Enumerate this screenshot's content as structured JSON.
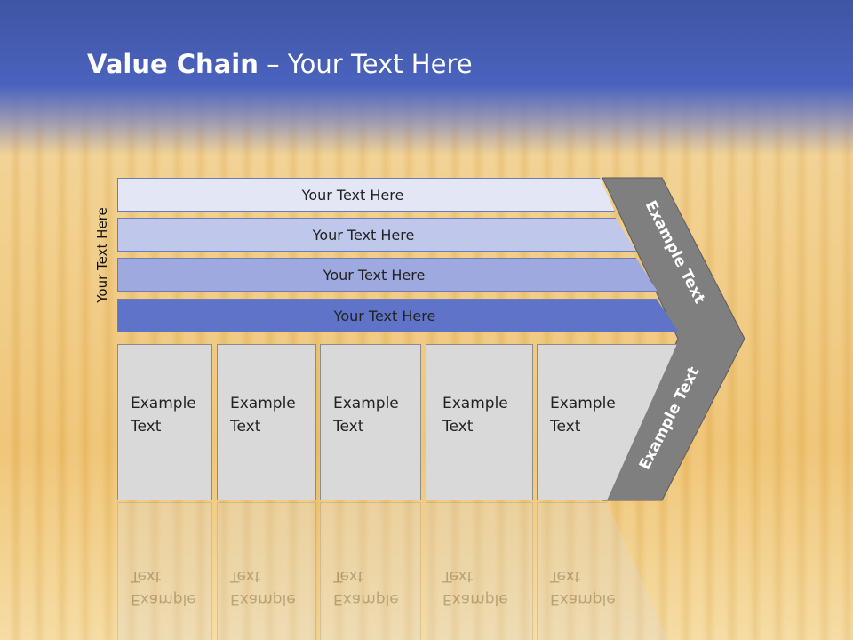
{
  "title": {
    "bold": "Value Chain",
    "rest": " – Your Text Here"
  },
  "side_label": "Your Text Here",
  "bars": [
    {
      "label": "Your Text Here",
      "color": "#e3e6f5"
    },
    {
      "label": "Your Text Here",
      "color": "#bfc7ea"
    },
    {
      "label": "Your Text Here",
      "color": "#9ea9df"
    },
    {
      "label": "Your Text Here",
      "color": "#5f74c9"
    }
  ],
  "boxes": [
    {
      "line1": "Example",
      "line2": "Text"
    },
    {
      "line1": "Example",
      "line2": "Text"
    },
    {
      "line1": "Example",
      "line2": "Text"
    },
    {
      "line1": "Example",
      "line2": "Text"
    },
    {
      "line1": "Example",
      "line2": "Text"
    }
  ],
  "chevron": {
    "upper": "Example Text",
    "lower": "Example Text",
    "color": "#7f7f7f"
  }
}
